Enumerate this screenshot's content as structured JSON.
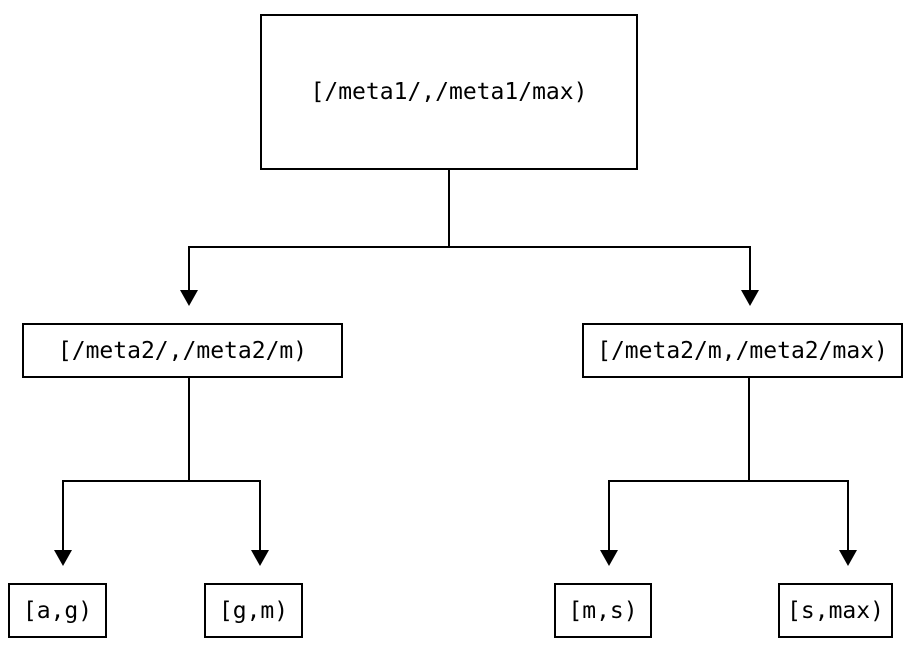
{
  "diagram": {
    "type": "tree",
    "colors": {
      "background": "#ffffff",
      "line": "#000000",
      "text": "#000000"
    },
    "nodes": {
      "root": {
        "label": "[/meta1/,/meta1/max)"
      },
      "level2_left": {
        "label": "[/meta2/,/meta2/m)"
      },
      "level2_right": {
        "label": "[/meta2/m,/meta2/max)"
      },
      "leaf_a_g": {
        "label": "[a,g)"
      },
      "leaf_g_m": {
        "label": "[g,m)"
      },
      "leaf_m_s": {
        "label": "[m,s)"
      },
      "leaf_s_max": {
        "label": "[s,max)"
      }
    },
    "edges": [
      {
        "from": "root",
        "to": "level2_left"
      },
      {
        "from": "root",
        "to": "level2_right"
      },
      {
        "from": "level2_left",
        "to": "leaf_a_g"
      },
      {
        "from": "level2_left",
        "to": "leaf_g_m"
      },
      {
        "from": "level2_right",
        "to": "leaf_m_s"
      },
      {
        "from": "level2_right",
        "to": "leaf_s_max"
      }
    ]
  }
}
